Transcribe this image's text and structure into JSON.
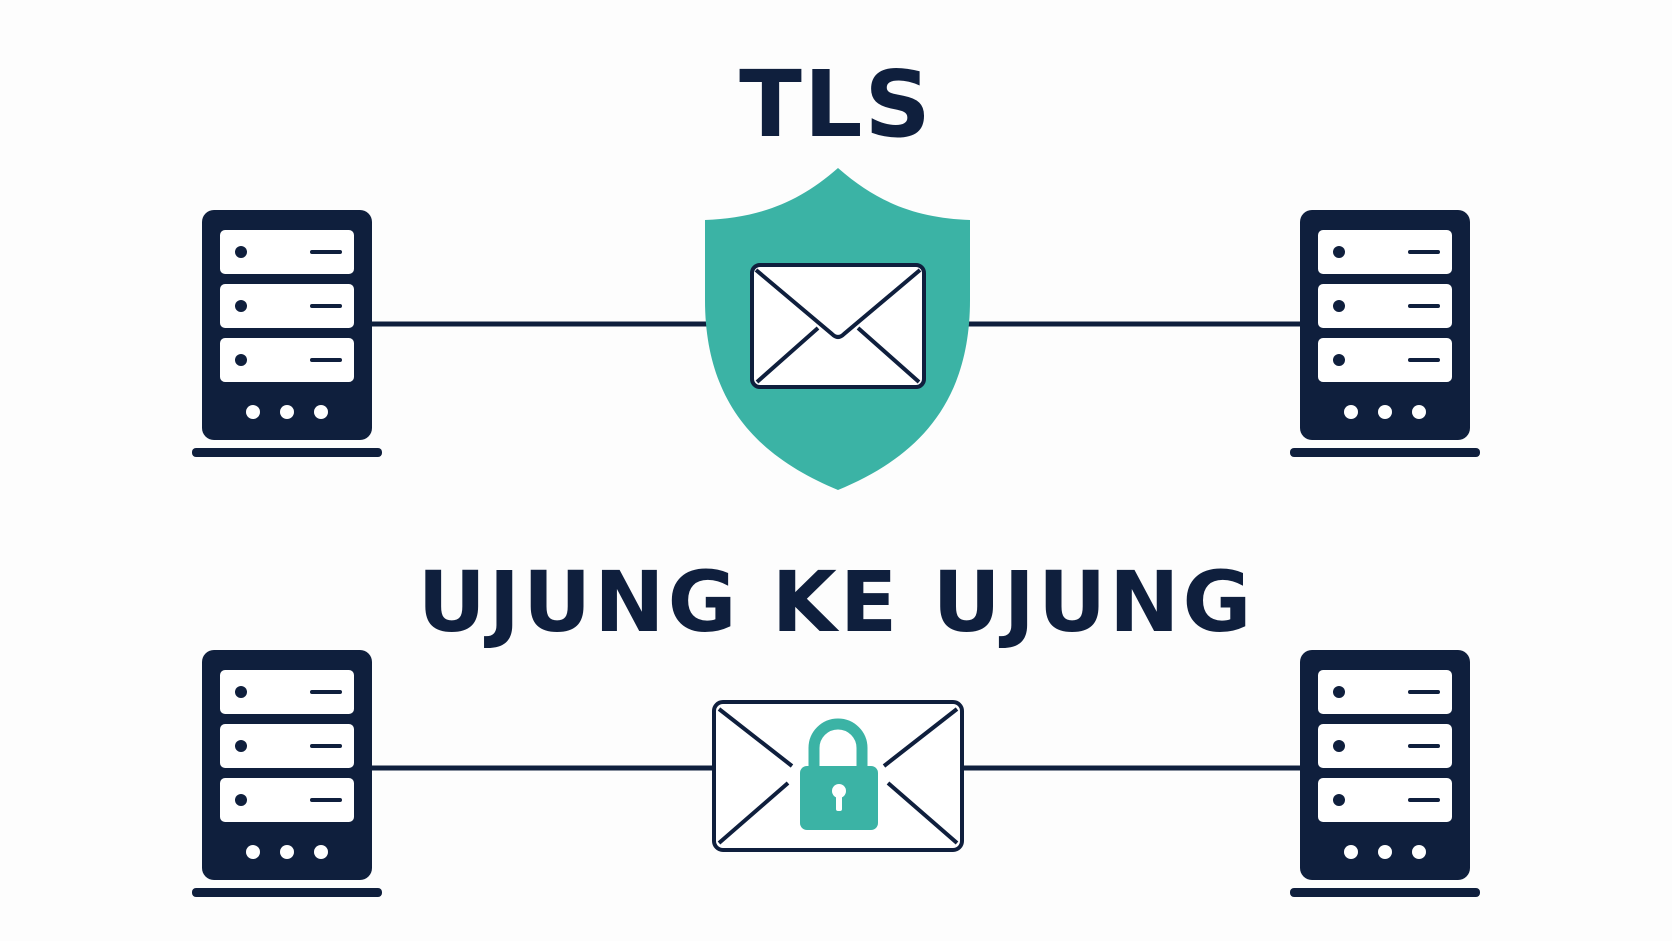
{
  "sections": [
    {
      "id": "tls",
      "title": "TLS",
      "center_icon": "envelope-in-shield-icon"
    },
    {
      "id": "end-to-end",
      "title": "UJUNG KE UJUNG",
      "center_icon": "envelope-with-padlock-icon"
    }
  ],
  "icons": {
    "server": "server-rack-icon",
    "shield": "shield-icon",
    "envelope": "envelope-icon",
    "padlock": "padlock-icon"
  },
  "colors": {
    "navy": "#0f1f3d",
    "teal": "#3bb3a5",
    "background": "#fdfdfd"
  }
}
